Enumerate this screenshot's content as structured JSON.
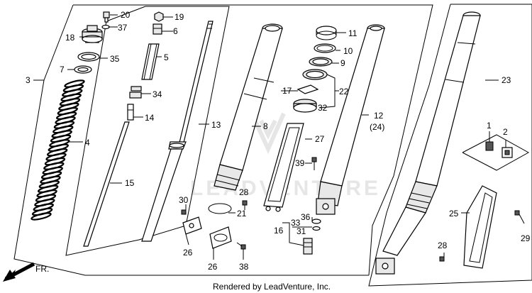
{
  "watermark": "LEADVENTURE",
  "footer": "Rendered by LeadVenture, Inc.",
  "direction": "FR.",
  "labels": {
    "l1": "1",
    "l2": "2",
    "l3": "3",
    "l4": "4",
    "l5": "5",
    "l6": "6",
    "l7": "7",
    "l8": "8",
    "l9": "9",
    "l10": "10",
    "l11": "11",
    "l12": "12",
    "l12b": "(24)",
    "l13": "13",
    "l14": "14",
    "l15": "15",
    "l16": "16",
    "l17": "17",
    "l18": "18",
    "l19": "19",
    "l20": "20",
    "l21": "21",
    "l22": "22",
    "l23": "23",
    "l25": "25",
    "l26a": "26",
    "l26b": "26",
    "l27": "27",
    "l28a": "28",
    "l28b": "28",
    "l29": "29",
    "l30": "30",
    "l31": "31",
    "l32": "32",
    "l33": "33",
    "l34": "34",
    "l35": "35",
    "l36": "36",
    "l37": "37",
    "l38": "38",
    "l39": "39"
  }
}
